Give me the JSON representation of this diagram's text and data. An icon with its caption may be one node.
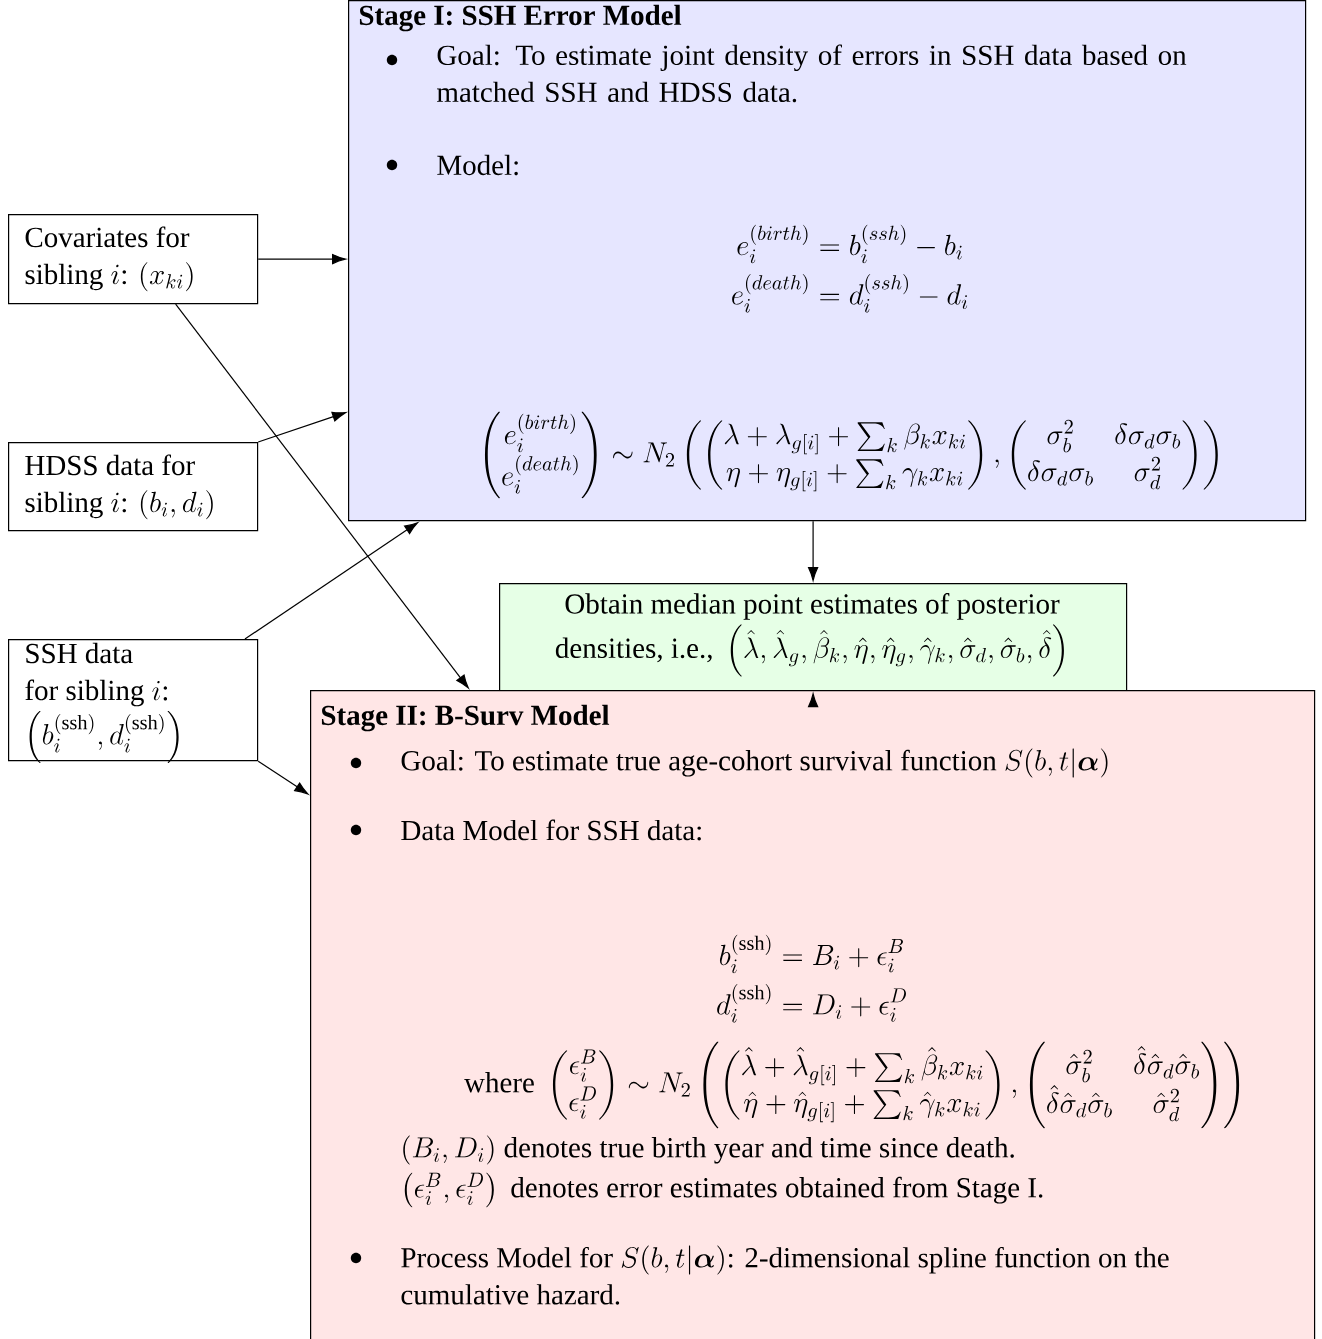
{
  "diagram": {
    "nodes": [
      {
        "text": [
          "Stage I: SSH Error Model",
          "Goal: To estimate joint density of errors in SSH data based on matched SSH and HDSS data.",
          "Model:",
          "\\begin{aligned}e_i^{(birth)} &= b_i^{(ssh)} - b_i\\\\ e_i^{(death)} &= d_i^{(ssh)} - d_i\\end{aligned}",
          "\\begin{pmatrix}e_i^{(birth)}\\\\ e_i^{(death)}\\end{pmatrix}\\sim N_2\\left(\\begin{pmatrix}\\lambda+\\lambda_{g[i]}+\\sum_k\\beta_k x_{ki}\\\\ \\eta+\\eta_{g[i]}+\\sum_k\\gamma_k x_{ki}\\end{pmatrix},\\begin{pmatrix}\\sigma_b^2 & \\delta\\sigma_d\\sigma_b\\\\ \\delta\\sigma_d\\sigma_b & \\sigma_d^2\\end{pmatrix}\\right)"
        ]
      },
      {
        "text": [
          "\\begin{array}{l}\\text{Covariates for}\\\\ \\text{sibling }i\\text{: }(x_{ki})\\end{array}"
        ]
      },
      {
        "text": [
          "\\begin{array}{l}\\text{HDSS data for}\\\\ \\text{sibling }i\\text{: }(b_i,d_i)\\end{array}"
        ]
      },
      {
        "text": [
          "\\begin{array}{c}\\text{Obtain median point estimates of posterior}\\\\ \\text{densities, i.e., }\\left(\\hat\\lambda,\\hat\\lambda_g,\\hat\\beta_k,\\hat\\eta,\\hat\\eta_g,\\hat\\gamma_k,\\hat\\sigma_d,\\hat\\sigma_b,\\hat\\delta\\right)\\end{array}"
        ]
      },
      {
        "text": [
          "\\begin{array}{l}\\text{SSH data}\\\\ \\text{for sibling }i\\text{:}\\\\ \\left(b_i^{(\\mathrm{ssh})},d_i^{(\\mathrm{ssh})}\\right)\\end{array}"
        ]
      },
      {
        "text": [
          "Stage II: B-Surv Model",
          "\\text{Goal: To estimate true age-cohort survival function }S(b,t|\\boldsymbol{\\alpha})",
          "Data Model for SSH data:",
          "\\begin{aligned}b_i^{(\\mathrm{ssh})} &= B_i+\\epsilon_i^B\\\\ d_i^{(\\mathrm{ssh})} &= D_i+\\epsilon_i^D\\end{aligned}",
          "\\text{where }\\begin{pmatrix}\\epsilon_i^B\\\\ \\epsilon_i^D\\end{pmatrix}\\sim N_2\\left(\\begin{pmatrix}\\hat\\lambda+\\hat\\lambda_{g[i]}+\\sum_k\\hat\\beta_k x_{ki}\\\\ \\hat\\eta+\\hat\\eta_{g[i]}+\\sum_k\\hat\\gamma_k x_{ki}\\end{pmatrix},\\begin{pmatrix}\\hat\\sigma_b^2 & \\hat\\delta\\hat\\sigma_d\\hat\\sigma_b\\\\ \\hat\\delta\\hat\\sigma_d\\hat\\sigma_b & \\hat\\sigma_d^2\\end{pmatrix}\\right)",
          "(B_i,D_i)\\text{ denotes true birth year and time since death.}",
          "\\left(\\epsilon_i^B,\\epsilon_i^D\\right)\\text{ denotes error estimates obtained from Stage I.}",
          "\\begin{array}{@{}l}\\text{Process Model for }S(b,t|\\boldsymbol{\\alpha})\\text{: 2-dimensional spline function on the}\\\\ \\text{cumulative hazard.}\\end{array}"
        ]
      }
    ],
    "edges": [
      {
        "from": 1,
        "to": 0,
        "arrow": "to"
      },
      {
        "from": 1,
        "to": 5,
        "arrow": "to"
      },
      {
        "from": 2,
        "to": 0,
        "arrow": "to"
      },
      {
        "from": 4,
        "to": 0,
        "arrow": "to"
      },
      {
        "from": 4,
        "to": 5,
        "arrow": "to"
      },
      {
        "from": 0,
        "to": 3,
        "arrow": "to"
      },
      {
        "from": 5,
        "to": 3,
        "arrow": "to"
      }
    ]
  }
}
